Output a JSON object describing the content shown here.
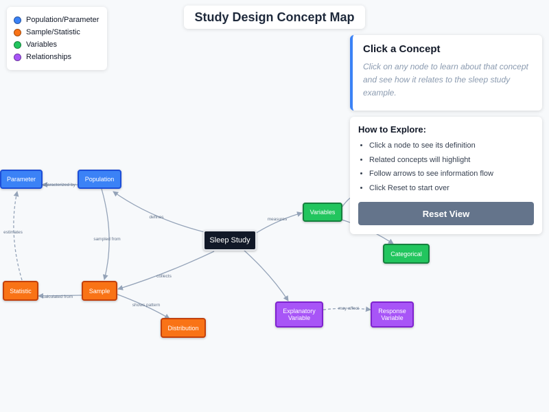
{
  "title": "Study Design Concept Map",
  "legend": [
    {
      "label": "Population/Parameter",
      "color": "#3b82f6"
    },
    {
      "label": "Sample/Statistic",
      "color": "#f97316"
    },
    {
      "label": "Variables",
      "color": "#22c55e"
    },
    {
      "label": "Relationships",
      "color": "#a855f7"
    }
  ],
  "nodes": {
    "parameter": "Parameter",
    "population": "Population",
    "sleep_study": "Sleep Study",
    "variables": "Variables",
    "categorical": "Categorical",
    "statistic": "Statistic",
    "sample": "Sample",
    "distribution": "Distribution",
    "explanatory_variable": "Explanatory Variable",
    "response_variable": "Response Variable"
  },
  "edge_labels": {
    "characterized_by": "characterized by",
    "estimates": "estimates",
    "sampled_from": "sampled from",
    "defines": "defines",
    "measures": "measures",
    "collects": "collects",
    "calculated_from": "calculated from",
    "shows_pattern": "shows pattern",
    "may_affect": "may affect"
  },
  "info_panel": {
    "title": "Click a Concept",
    "text": "Click on any node to learn about that concept and see how it relates to the sleep study example."
  },
  "help_panel": {
    "title": "How to Explore:",
    "items": [
      "Click a node to see its definition",
      "Related concepts will highlight",
      "Follow arrows to see information flow",
      "Click Reset to start over"
    ],
    "reset_label": "Reset View"
  }
}
